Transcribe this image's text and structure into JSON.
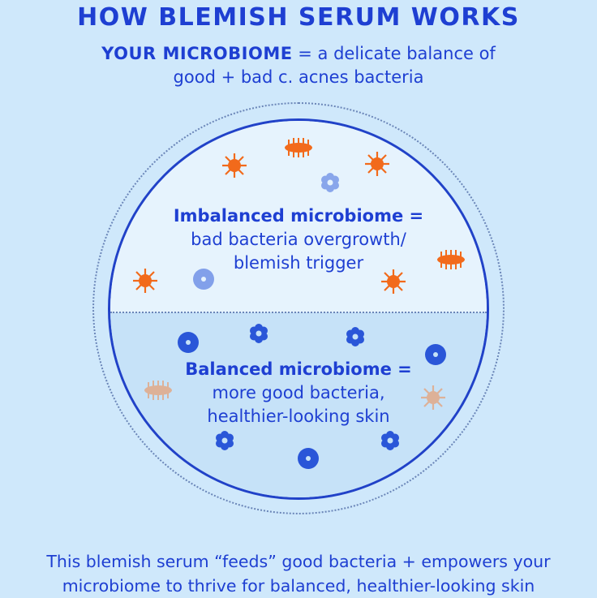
{
  "header": {
    "title": "HOW BLEMISH SERUM WORKS",
    "subtitle_bold": "YOUR MICROBIOME",
    "subtitle_line1_rest": " = a delicate balance of",
    "subtitle_line2": "good + bad c. acnes bacteria"
  },
  "imbalanced": {
    "heading": "Imbalanced microbiome =",
    "line1": "bad bacteria overgrowth/",
    "line2": "blemish trigger"
  },
  "balanced": {
    "heading": "Balanced microbiome =",
    "line1": "more good bacteria,",
    "line2": "healthier-looking skin"
  },
  "footer": {
    "line1": "This blemish serum “feeds” good bacteria + empowers your",
    "line2": "microbiome to thrive for balanced, healthier-looking skin"
  },
  "colors": {
    "background": "#cfe8fb",
    "text_blue": "#1e3fd2",
    "bad_bacteria_orange": "#f26a1b",
    "good_bacteria_blue": "#2a56d8"
  },
  "icons": {
    "bad": "orange-spiky-bacteria-icon",
    "bad_rod": "orange-rod-bacteria-icon",
    "good_flower": "blue-flower-bacteria-icon",
    "good_dot": "blue-dot-bacteria-icon"
  }
}
